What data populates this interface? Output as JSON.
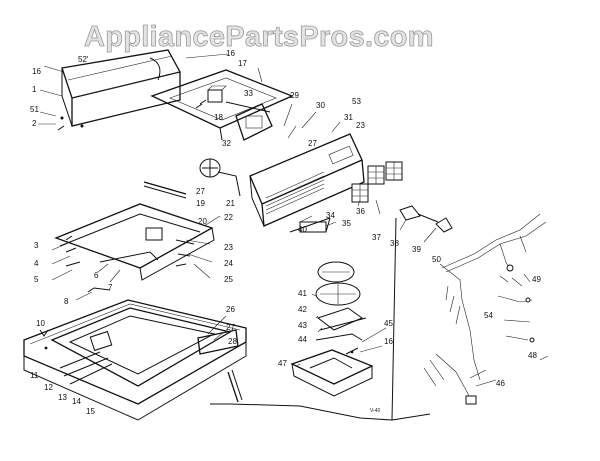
{
  "watermark": "AppliancePartsPros.com",
  "code": "V-40",
  "labels": {
    "l52": "52'",
    "l16a": "16",
    "l17": "17",
    "l16b": "16",
    "l1": "1",
    "l51": "51",
    "l2": "2",
    "l33": "33",
    "l18": "18",
    "l32": "32",
    "l29": "29",
    "l30": "30",
    "l53": "53",
    "l31": "31",
    "l23a": "23",
    "l27a": "27",
    "l27b": "27",
    "l21": "21",
    "l19": "19",
    "l22": "22",
    "l34": "34",
    "l35": "35",
    "l36": "36",
    "l37": "37",
    "l38": "38",
    "l39": "39",
    "l40": "40",
    "l20": "20",
    "l23b": "23",
    "l24": "24",
    "l25": "25",
    "l3": "3",
    "l4": "4",
    "l5": "5",
    "l6": "6",
    "l7": "7",
    "l8": "8",
    "l26": "26",
    "l27c": "27",
    "l28": "28",
    "l10": "10",
    "l11": "11",
    "l12": "12",
    "l13": "13",
    "l14": "14",
    "l15": "15",
    "l41": "41",
    "l42": "42",
    "l43": "43",
    "l44": "44",
    "l45": "45",
    "l16c": "16",
    "l47": "47",
    "l50": "50",
    "l49": "49",
    "l54": "54",
    "l48": "48",
    "l46": "46"
  }
}
